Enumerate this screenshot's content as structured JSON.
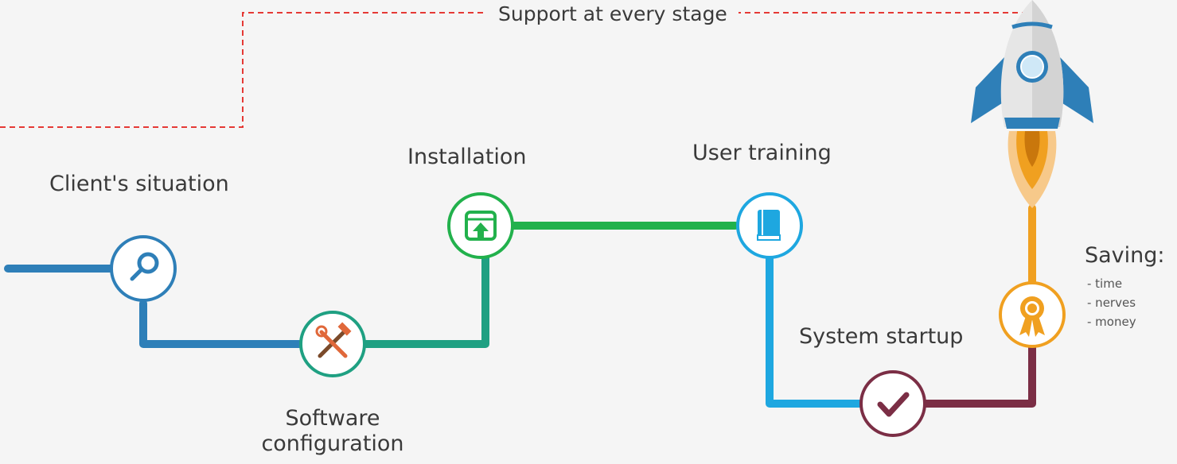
{
  "banner": {
    "text": "Support at every stage"
  },
  "stages": [
    {
      "label": "Client's situation",
      "icon": "magnifier-icon",
      "color": "#2e7fb8"
    },
    {
      "label": "Software\nconfiguration",
      "icon": "tools-icon",
      "color": "#1fa082"
    },
    {
      "label": "Installation",
      "icon": "install-window-icon",
      "color": "#22b14c"
    },
    {
      "label": "User training",
      "icon": "book-icon",
      "color": "#1ea7e0"
    },
    {
      "label": "System startup",
      "icon": "checkmark-icon",
      "color": "#7b2e45"
    },
    {
      "label": "Saving:",
      "icon": "award-ribbon-icon",
      "color": "#f0a020"
    }
  ],
  "saving_items": [
    "- time",
    "- nerves",
    "- money"
  ],
  "rocket": {
    "icon": "rocket-icon",
    "colors": {
      "body": "#e8e8e8",
      "accent": "#2e7fb8",
      "flame": "#f0a020"
    }
  },
  "colors": {
    "dashed_line": "#e53935",
    "text": "#3a3a3a"
  }
}
